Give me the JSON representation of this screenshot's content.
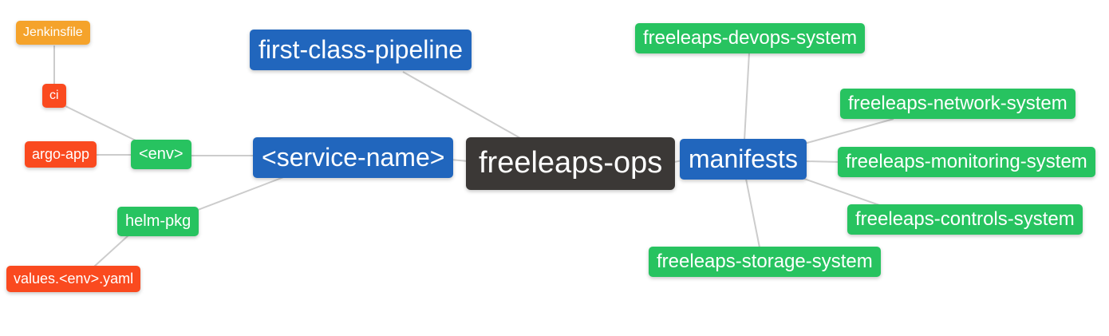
{
  "diagram": {
    "type": "mindmap",
    "root_id": "root"
  },
  "colors": {
    "blue": "#2166BD",
    "green": "#27C360",
    "orange": "#F5A32B",
    "red": "#FA4A1F",
    "dark": "#3B3836",
    "edge": "#CCCCCC",
    "text": "#FFFFFF",
    "background": "#FFFFFF"
  },
  "nodes": {
    "root": {
      "label": "freeleaps-ops",
      "color": "dark"
    },
    "first_class_pipeline": {
      "label": "first-class-pipeline",
      "color": "blue"
    },
    "service_name": {
      "label": "<service-name>",
      "color": "blue"
    },
    "manifests": {
      "label": "manifests",
      "color": "blue"
    },
    "env": {
      "label": "<env>",
      "color": "green"
    },
    "helm_pkg": {
      "label": "helm-pkg",
      "color": "green"
    },
    "ci": {
      "label": "ci",
      "color": "red"
    },
    "argo_app": {
      "label": "argo-app",
      "color": "red"
    },
    "values_env_yaml": {
      "label": "values.<env>.yaml",
      "color": "red"
    },
    "jenkinsfile": {
      "label": "Jenkinsfile",
      "color": "orange"
    },
    "devops_system": {
      "label": "freeleaps-devops-system",
      "color": "green"
    },
    "network_system": {
      "label": "freeleaps-network-system",
      "color": "green"
    },
    "monitoring_system": {
      "label": "freeleaps-monitoring-system",
      "color": "green"
    },
    "controls_system": {
      "label": "freeleaps-controls-system",
      "color": "green"
    },
    "storage_system": {
      "label": "freeleaps-storage-system",
      "color": "green"
    }
  },
  "edges": [
    {
      "from": "jenkinsfile",
      "to": "ci"
    },
    {
      "from": "ci",
      "to": "env"
    },
    {
      "from": "argo_app",
      "to": "env"
    },
    {
      "from": "env",
      "to": "service_name"
    },
    {
      "from": "helm_pkg",
      "to": "service_name"
    },
    {
      "from": "values_env_yaml",
      "to": "helm_pkg"
    },
    {
      "from": "first_class_pipeline",
      "to": "root"
    },
    {
      "from": "service_name",
      "to": "root"
    },
    {
      "from": "root",
      "to": "manifests"
    },
    {
      "from": "manifests",
      "to": "devops_system"
    },
    {
      "from": "manifests",
      "to": "network_system"
    },
    {
      "from": "manifests",
      "to": "monitoring_system"
    },
    {
      "from": "manifests",
      "to": "controls_system"
    },
    {
      "from": "manifests",
      "to": "storage_system"
    }
  ]
}
